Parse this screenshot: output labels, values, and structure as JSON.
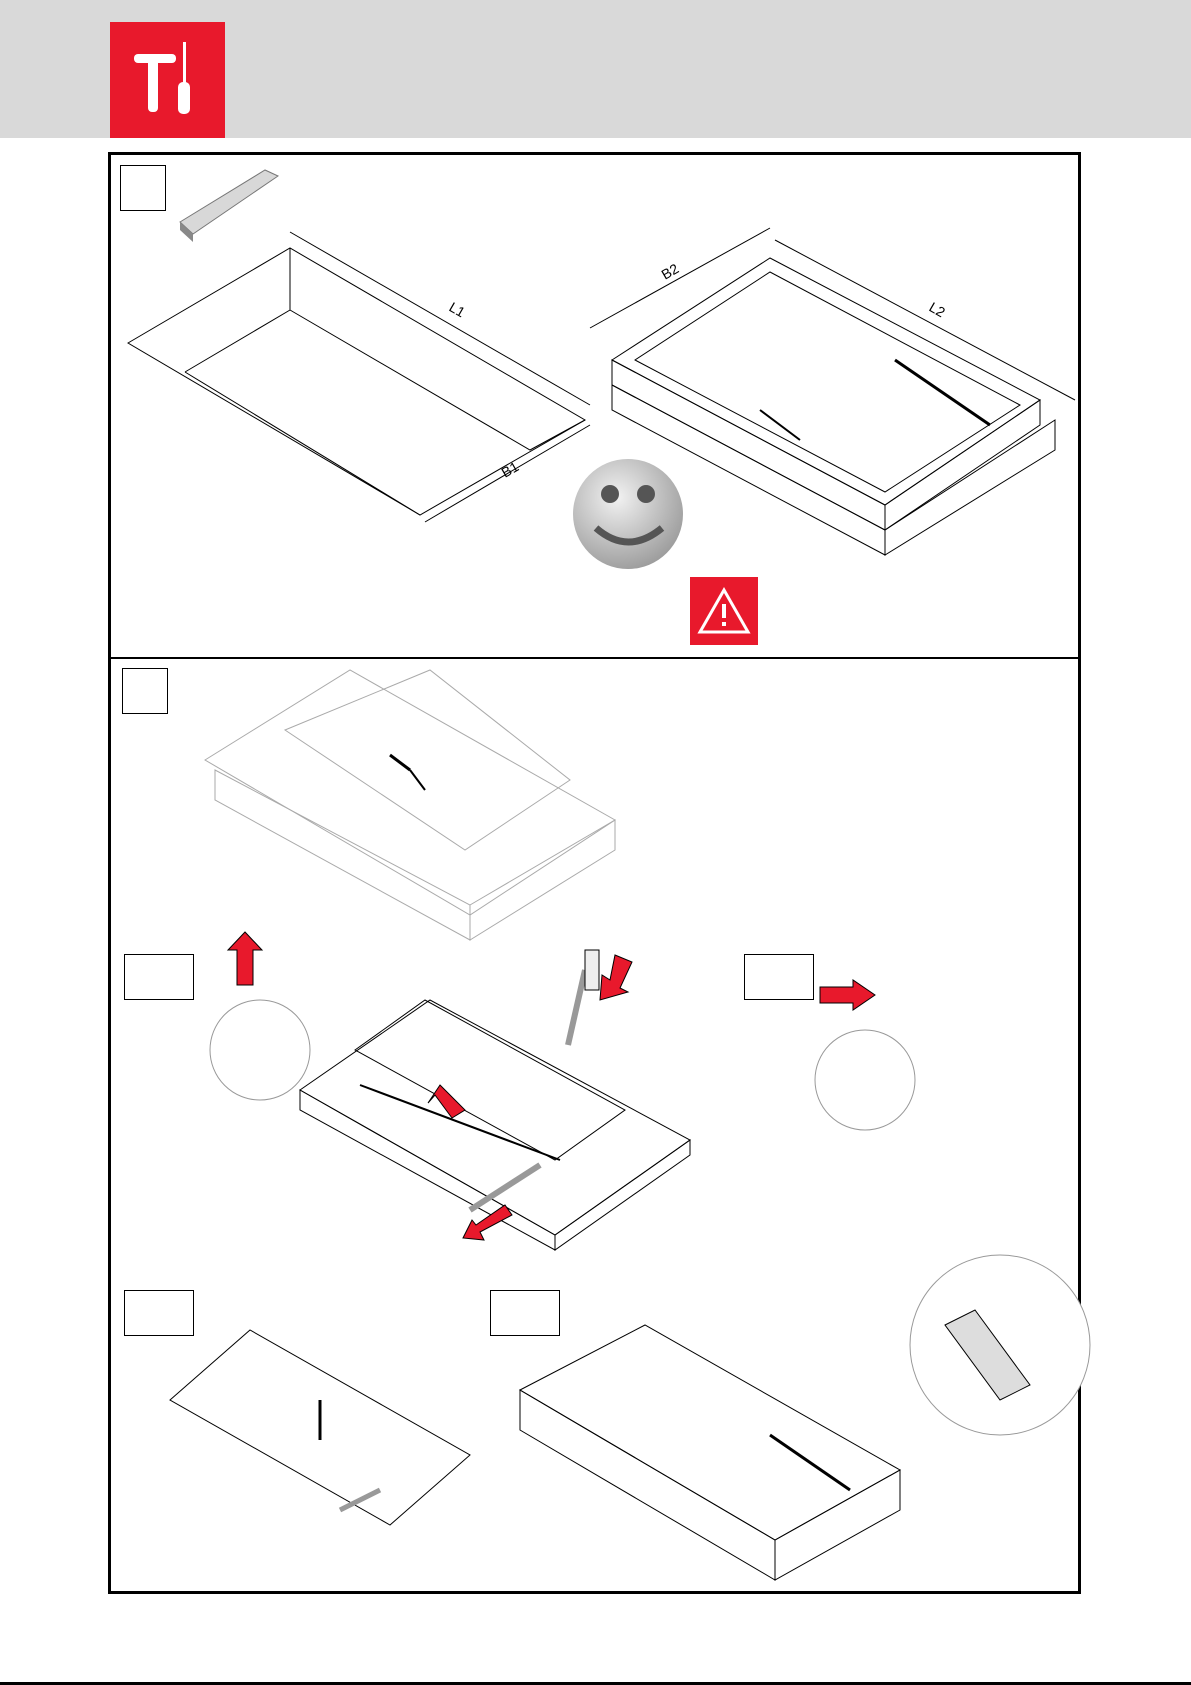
{
  "header": {
    "logo_icon": "hammer-screwdriver-icon",
    "brand_color": "#e8192c"
  },
  "panel1": {
    "dimensions": {
      "length_opening": "L1",
      "width_opening": "B1",
      "width_frame": "B2",
      "length_frame": "L2"
    },
    "icons": [
      "folding-ruler-icon",
      "smiley-icon",
      "warning-icon"
    ]
  },
  "panel2": {
    "icons": [
      "arrow-up-icon",
      "arrow-right-icon",
      "arrow-down-icon",
      "handle-icon"
    ]
  }
}
